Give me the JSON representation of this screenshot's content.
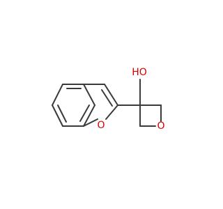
{
  "molecule": {
    "labels": {
      "hydroxyl": "HO",
      "furan_oxygen": "O",
      "oxetane_oxygen": "O"
    },
    "colors": {
      "bond": "#3a3a3a",
      "heteroatom": "#d40000",
      "background": "#ffffff"
    }
  }
}
